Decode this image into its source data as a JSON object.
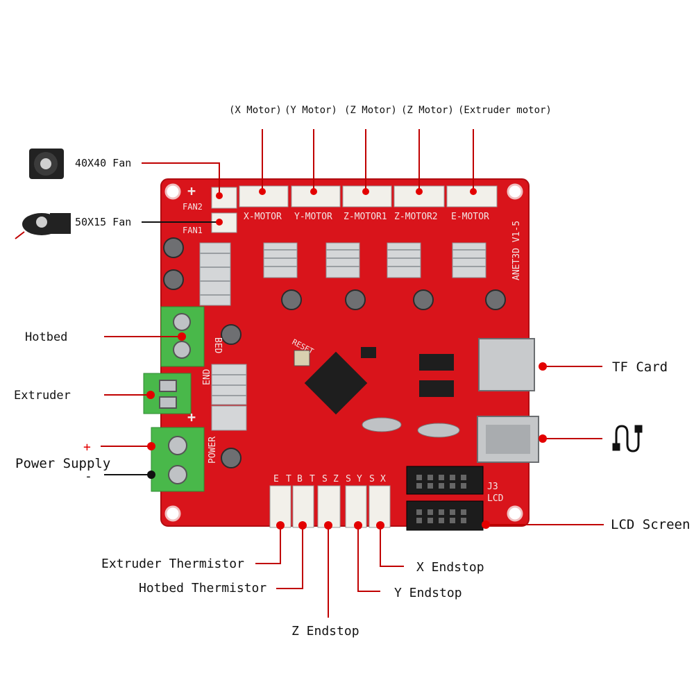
{
  "motor_labels": {
    "x": "(X Motor)",
    "y": "(Y Motor)",
    "z1": "(Z Motor)",
    "z2": "(Z Motor)",
    "e": "(Extruder motor)"
  },
  "left_labels": {
    "fan40": "40X40 Fan",
    "fan50": "50X15 Fan",
    "hotbed": "Hotbed",
    "extruder": "Extruder",
    "power_plus": "+",
    "power_supply": "Power Supply",
    "power_minus": "-"
  },
  "right_labels": {
    "tf_card": "TF Card",
    "lcd_screen": "LCD Screen"
  },
  "bottom_labels": {
    "extruder_thermistor": "Extruder Thermistor",
    "hotbed_thermistor": "Hotbed Thermistor",
    "z_endstop": "Z Endstop",
    "y_endstop": "Y Endstop",
    "x_endstop": "X Endstop"
  },
  "board_silkscreen": {
    "fan2": "FAN2",
    "fan1": "FAN1",
    "x_motor": "X-MOTOR",
    "y_motor": "Y-MOTOR",
    "z_motor1": "Z-MOTOR1",
    "z_motor2": "Z-MOTOR2",
    "e_motor": "E-MOTOR",
    "model": "ANET3D V1-5",
    "bed": "BED",
    "end": "END",
    "power": "POWER",
    "reset": "RESET",
    "j3": "J3",
    "lcd": "LCD",
    "plus": "+",
    "endstop_letters": [
      "E",
      "T",
      "B",
      "T",
      "S",
      "Z",
      "S",
      "Y",
      "S",
      "X"
    ]
  },
  "colors": {
    "board": "#d9141b",
    "lead_line": "#c00000",
    "terminal_green": "#49b84a",
    "connector_white": "#f2f0ea",
    "heatsink_silver": "#d4d6d8"
  }
}
